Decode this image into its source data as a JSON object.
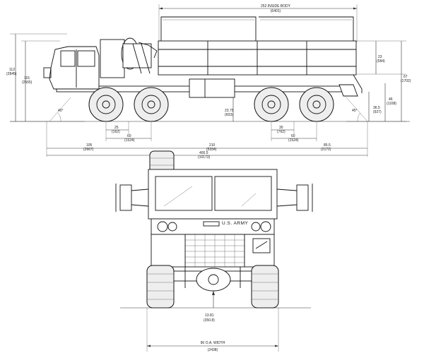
{
  "dimensions": {
    "inside_body": {
      "label": "252 INSIDE BODY",
      "metric": "(6401)"
    },
    "height_overall": {
      "label": "112",
      "metric": "(2845)"
    },
    "height_top": {
      "label": "101",
      "metric": "(2565)"
    },
    "approach_angle": {
      "label": "40°"
    },
    "departure_angle": {
      "label": "45°"
    },
    "ground_clearance": {
      "label": "23.75",
      "metric": "(603)"
    },
    "bed_side_height": {
      "label": "23",
      "metric": "(584)"
    },
    "bed_floor_height": {
      "label": "67",
      "metric": "(1702)"
    },
    "rear_height": {
      "label": "46",
      "metric": "(1168)"
    },
    "rear_tail_height": {
      "label": "36.5",
      "metric": "(927)"
    },
    "front_tandem_spacing": {
      "label": "25",
      "metric": "(162)"
    },
    "front_axle_spread": {
      "label": "60",
      "metric": "(1524)"
    },
    "rear_tandem_spacing": {
      "label": "30",
      "metric": "(762)"
    },
    "rear_axle_spread": {
      "label": "60",
      "metric": "(1524)"
    },
    "front_overhang": {
      "label": "105",
      "metric": "(2667)"
    },
    "wheelbase": {
      "label": "210",
      "metric": "(5334)"
    },
    "overall_length": {
      "label": "400.5",
      "metric": "(10173)"
    },
    "rear_overhang": {
      "label": "85.5",
      "metric": "(2172)"
    },
    "track_clearance": {
      "label": "13.81",
      "metric": "(350.8)"
    },
    "overall_width": {
      "label": "96 O.A. WIDTH",
      "metric": "(2438)"
    }
  },
  "vehicle": {
    "bumper_marking": "U.S. ARMY"
  }
}
